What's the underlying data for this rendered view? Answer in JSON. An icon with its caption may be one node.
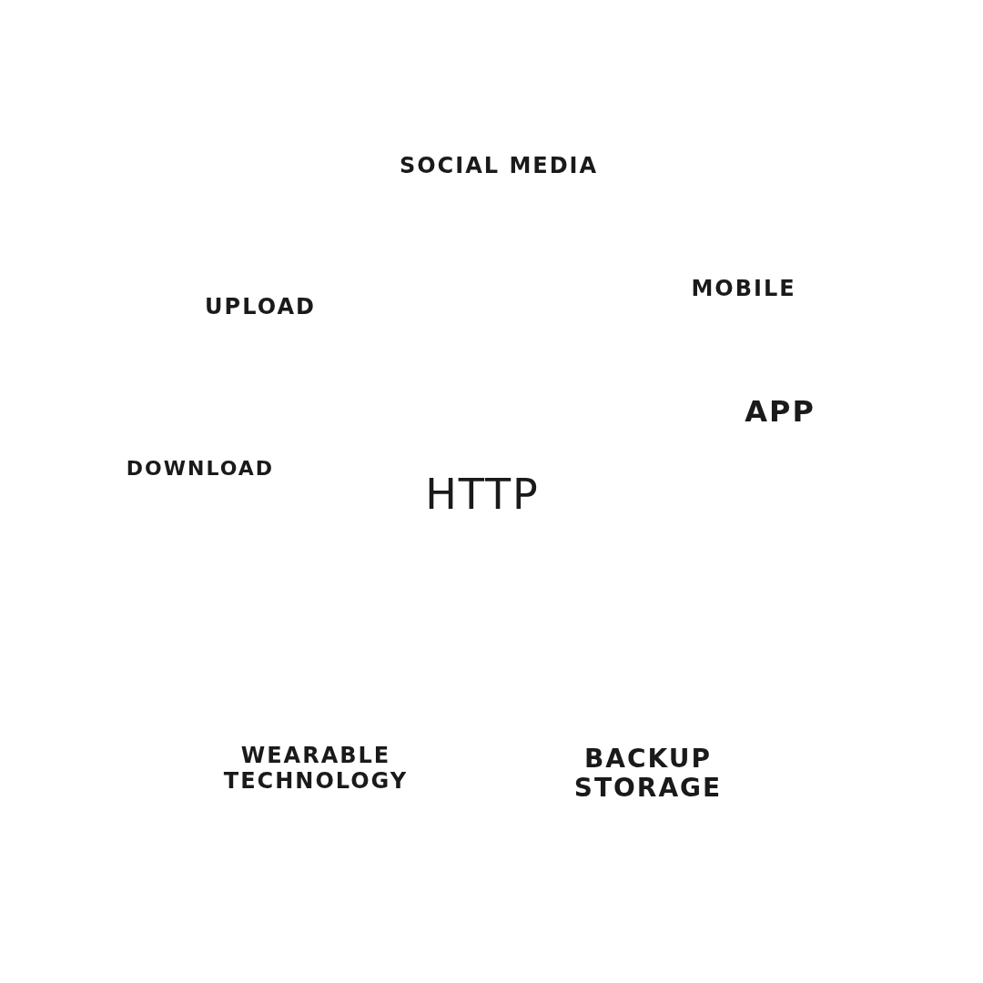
{
  "diagram": {
    "labels": [
      "SOCIAL MEDIA",
      "MOBILE",
      "UPLOAD",
      "APP",
      "DOWNLOAD",
      "HTTP",
      "WEARABLE TECHNOLOGY",
      "BACKUP STORAGE"
    ]
  }
}
